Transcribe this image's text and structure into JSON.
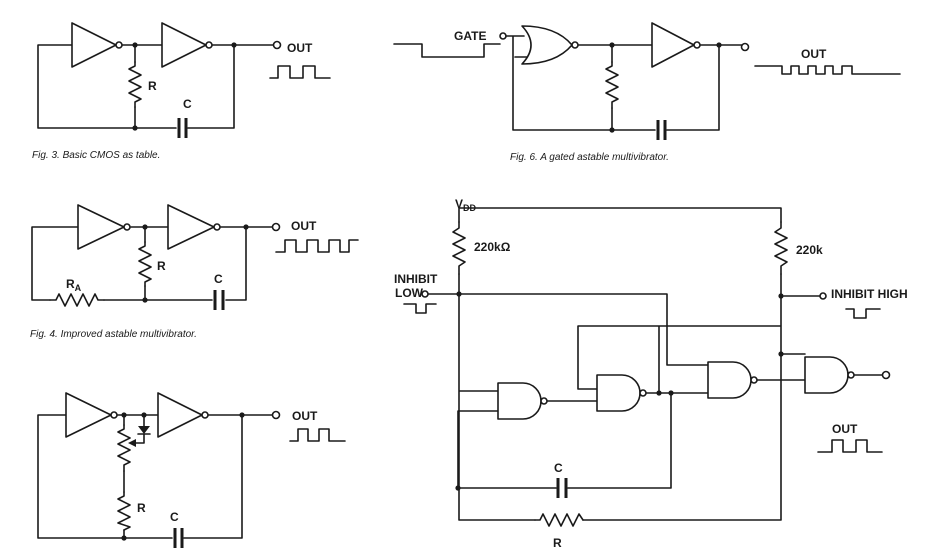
{
  "figures": {
    "fig3": {
      "caption": "Fig. 3. Basic CMOS as table.",
      "r_label": "R",
      "c_label": "C",
      "out_label": "OUT"
    },
    "fig4": {
      "caption": "Fig. 4. Improved astable multivibrator.",
      "r_label": "R",
      "ra_label": "R",
      "ra_sub": "A",
      "c_label": "C",
      "out_label": "OUT"
    },
    "fig5": {
      "r_label": "R",
      "c_label": "C",
      "out_label": "OUT"
    },
    "fig6": {
      "caption": "Fig. 6. A gated astable multivibrator.",
      "gate_label": "GATE",
      "out_label": "OUT"
    },
    "fig7": {
      "vdd_label": "V",
      "vdd_sub": "DD",
      "r1_label": "220kΩ",
      "r2_label": "220k",
      "inhibit_low_line1": "INHIBIT",
      "inhibit_low_line2": "LOW",
      "inhibit_high_label": "INHIBIT HIGH",
      "c_label": "C",
      "r_label": "R",
      "out_label": "OUT"
    }
  }
}
